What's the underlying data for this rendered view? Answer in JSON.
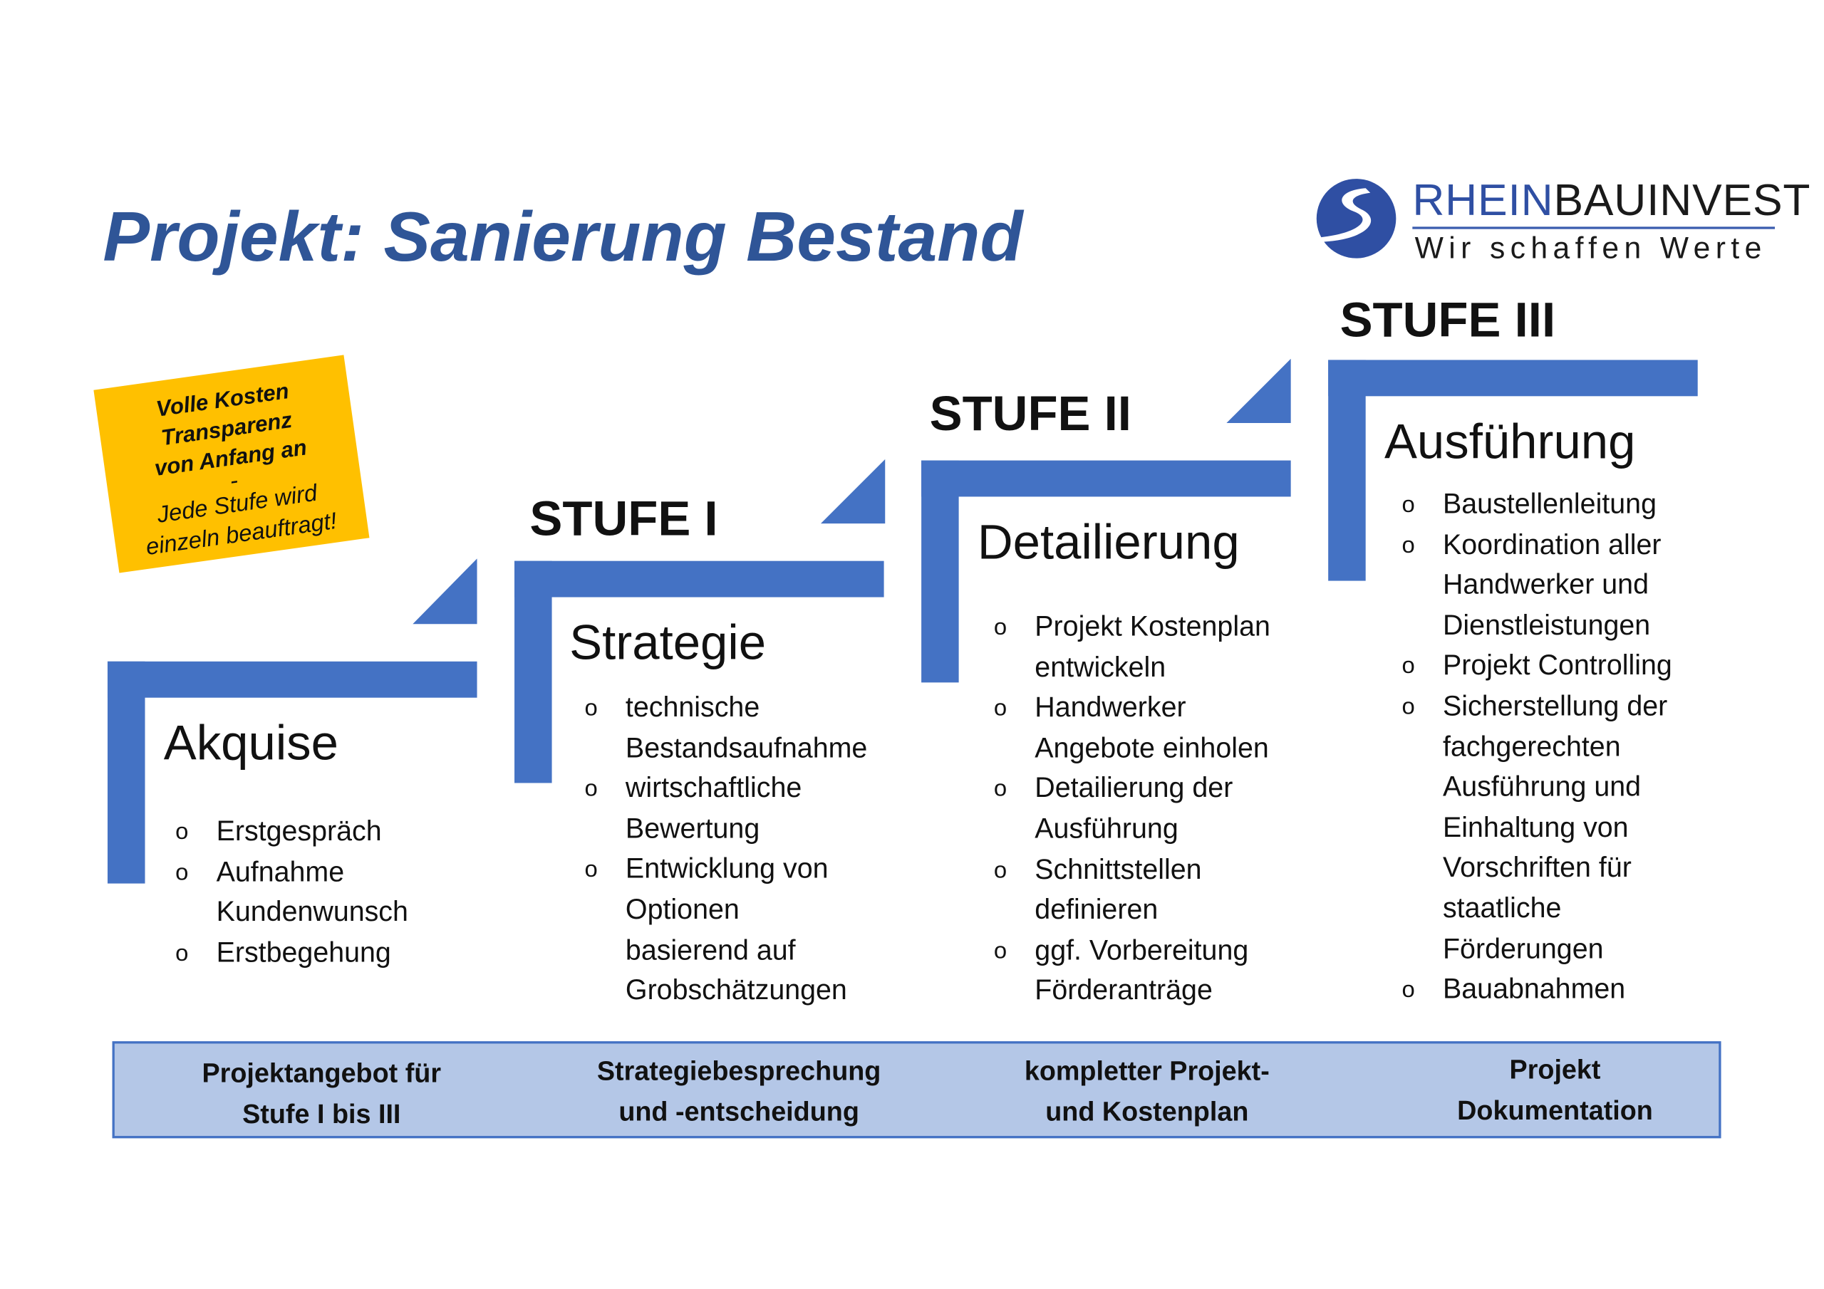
{
  "title": "Projekt: Sanierung Bestand",
  "logo": {
    "part1": "RHEIN",
    "part2": "BAUINVEST",
    "tagline": "Wir schaffen Werte"
  },
  "note": {
    "line1": "Volle Kosten",
    "line2": "Transparenz",
    "line3": "von Anfang an",
    "sep": "-",
    "line4": "Jede Stufe wird",
    "line5": "einzeln beauftragt!"
  },
  "colors": {
    "accent": "#4472c4",
    "title": "#2f5597",
    "note": "#ffc000",
    "bottom": "#b4c7e7"
  },
  "stages": [
    {
      "stufe": "",
      "heading": "Akquise",
      "items": [
        "Erstgespräch",
        "Aufnahme\nKundenwunsch",
        "Erstbegehung"
      ]
    },
    {
      "stufe": "STUFE I",
      "heading": "Strategie",
      "items": [
        "technische\nBestandsaufnahme",
        "wirtschaftliche\nBewertung",
        "Entwicklung von\nOptionen\nbasierend auf\nGrobschätzungen"
      ]
    },
    {
      "stufe": "STUFE II",
      "heading": "Detailierung",
      "items": [
        "Projekt Kostenplan\nentwickeln",
        "Handwerker\nAngebote einholen",
        "Detailierung der\nAusführung",
        "Schnittstellen\ndefinieren",
        "ggf. Vorbereitung\nFörderanträge"
      ]
    },
    {
      "stufe": "STUFE III",
      "heading": "Ausführung",
      "items": [
        "Baustellenleitung",
        "Koordination aller\nHandwerker und\nDienstleistungen",
        "Projekt Controlling",
        "Sicherstellung der\nfachgerechten\nAusführung und\nEinhaltung von\nVorschriften für\nstaatliche\nFörderungen",
        "Bauabnahmen"
      ]
    }
  ],
  "bullet": "o",
  "deliverables": [
    "Projektangebot für\nStufe I bis III",
    "Strategiebesprechung\nund -entscheidung",
    "kompletter Projekt-\nund Kostenplan",
    "Projekt\nDokumentation"
  ]
}
